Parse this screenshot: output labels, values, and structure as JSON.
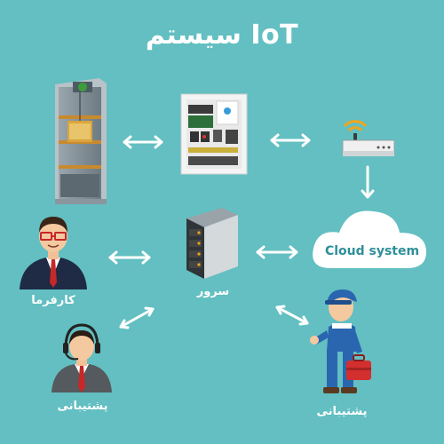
{
  "title": "سیستم IoT",
  "labels": {
    "employer": "کارفرما",
    "server": "سرور",
    "support_left": "پشتیبانی",
    "support_right": "پشتیبانی",
    "cloud": "Cloud system"
  },
  "colors": {
    "background": "#63bfc1",
    "cloud_text": "#2e8f9a",
    "arrow": "#ffffff"
  },
  "icons": [
    "elevator-icon",
    "control-panel-icon",
    "router-icon",
    "cloud-icon",
    "server-icon",
    "businessman-icon",
    "support-agent-icon",
    "technician-icon"
  ]
}
